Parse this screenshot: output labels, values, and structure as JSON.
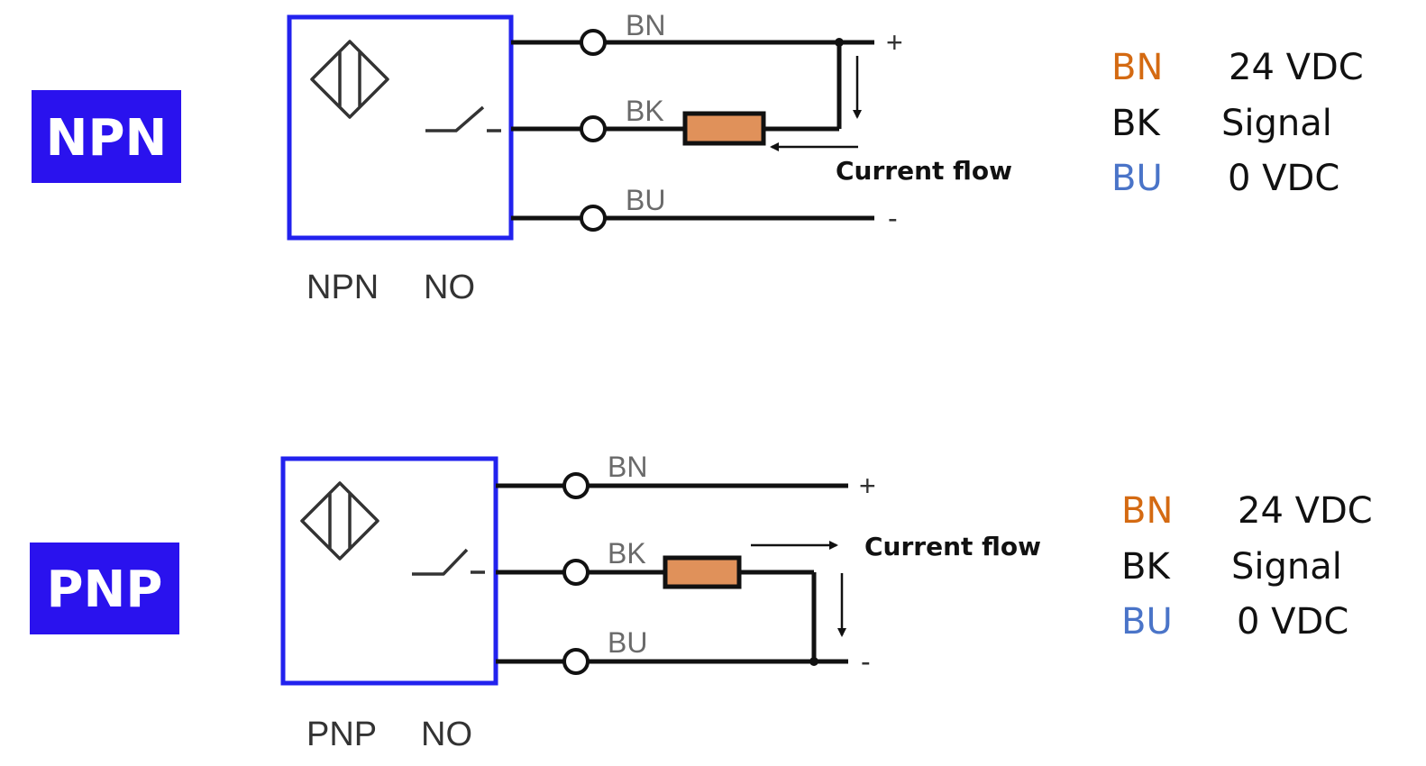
{
  "colors": {
    "badge": "#2a12ee",
    "box_border": "#2222ee",
    "resistor": "#e0915a",
    "brown": "#d46a12",
    "blue": "#4a74c8",
    "black": "#111111"
  },
  "npn": {
    "badge": "NPN",
    "caption_type": "NPN",
    "caption_contact": "NO",
    "wire_labels": [
      "BN",
      "BK",
      "BU"
    ],
    "plus": "+",
    "minus": "-",
    "current_flow": "Current flow",
    "legend": [
      {
        "code": "BN",
        "value": "24 VDC",
        "color": "#d46a12"
      },
      {
        "code": "BK",
        "value": "Signal",
        "color": "#111111"
      },
      {
        "code": "BU",
        "value": "0 VDC",
        "color": "#4a74c8"
      }
    ]
  },
  "pnp": {
    "badge": "PNP",
    "caption_type": "PNP",
    "caption_contact": "NO",
    "wire_labels": [
      "BN",
      "BK",
      "BU"
    ],
    "plus": "+",
    "minus": "-",
    "current_flow": "Current flow",
    "legend": [
      {
        "code": "BN",
        "value": "24 VDC",
        "color": "#d46a12"
      },
      {
        "code": "BK",
        "value": "Signal",
        "color": "#111111"
      },
      {
        "code": "BU",
        "value": "0 VDC",
        "color": "#4a74c8"
      }
    ]
  },
  "icons": [
    "sensor-symbol-icon",
    "no-switch-icon",
    "resistor-icon",
    "arrow-icon"
  ]
}
